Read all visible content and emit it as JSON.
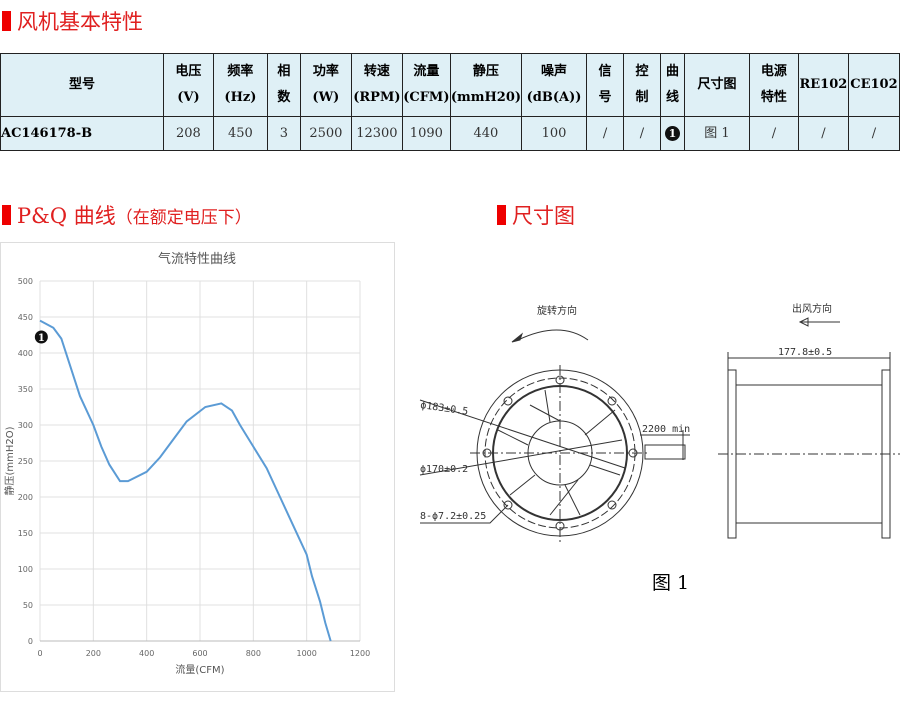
{
  "section1": "风机基本特性",
  "table": {
    "headers": [
      [
        "型号"
      ],
      [
        "电压",
        "(V)"
      ],
      [
        "频率",
        "(Hz)"
      ],
      [
        "相",
        "数"
      ],
      [
        "功率",
        "(W)"
      ],
      [
        "转速",
        "(RPM)"
      ],
      [
        "流量",
        "(CFM)"
      ],
      [
        "静压",
        "(mmH20)"
      ],
      [
        "噪声",
        "(dB(A))"
      ],
      [
        "信",
        "号"
      ],
      [
        "控",
        "制"
      ],
      [
        "曲",
        "线"
      ],
      [
        "尺寸图"
      ],
      [
        "电源",
        "特性"
      ],
      [
        "RE102"
      ],
      [
        "CE102"
      ]
    ],
    "row": [
      "AC146178-B",
      "208",
      "450",
      "3",
      "2500",
      "12300",
      "1090",
      "440",
      "100",
      "/",
      "/",
      "1",
      "图 1",
      "/",
      "/",
      "/"
    ]
  },
  "section2": "P&Q 曲线",
  "section2_note": "（在额定电压下）",
  "section3": "尺寸图",
  "chart_data": {
    "type": "line",
    "title": "气流特性曲线",
    "xlabel": "流量(CFM)",
    "ylabel": "静压(mmH2O)",
    "xlim": [
      0,
      1200
    ],
    "ylim": [
      0,
      500
    ],
    "xticks": [
      0,
      200,
      400,
      600,
      800,
      1000,
      1200
    ],
    "yticks": [
      0,
      50,
      100,
      150,
      200,
      250,
      300,
      350,
      400,
      450,
      500
    ],
    "grid": true,
    "marker_label": "1",
    "marker": [
      80,
      425
    ],
    "series": [
      {
        "name": "P&Q",
        "color": "#5b9bd5",
        "x": [
          0,
          50,
          80,
          150,
          200,
          230,
          260,
          300,
          330,
          400,
          450,
          500,
          550,
          620,
          680,
          720,
          750,
          800,
          850,
          900,
          950,
          1000,
          1020,
          1050,
          1070,
          1090
        ],
        "y": [
          445,
          435,
          420,
          340,
          300,
          270,
          245,
          222,
          222,
          235,
          255,
          280,
          305,
          325,
          330,
          320,
          300,
          270,
          240,
          200,
          160,
          120,
          90,
          55,
          25,
          0
        ]
      }
    ]
  },
  "drawing": {
    "rotation": "旋转方向",
    "airflow": "出风方向",
    "d1": "ϕ183±0.5",
    "d2": "ϕ170±0.2",
    "holes": "8-ϕ7.2±0.25",
    "cable": "2200 min",
    "length": "177.8±0.5",
    "figure": "图 1"
  }
}
